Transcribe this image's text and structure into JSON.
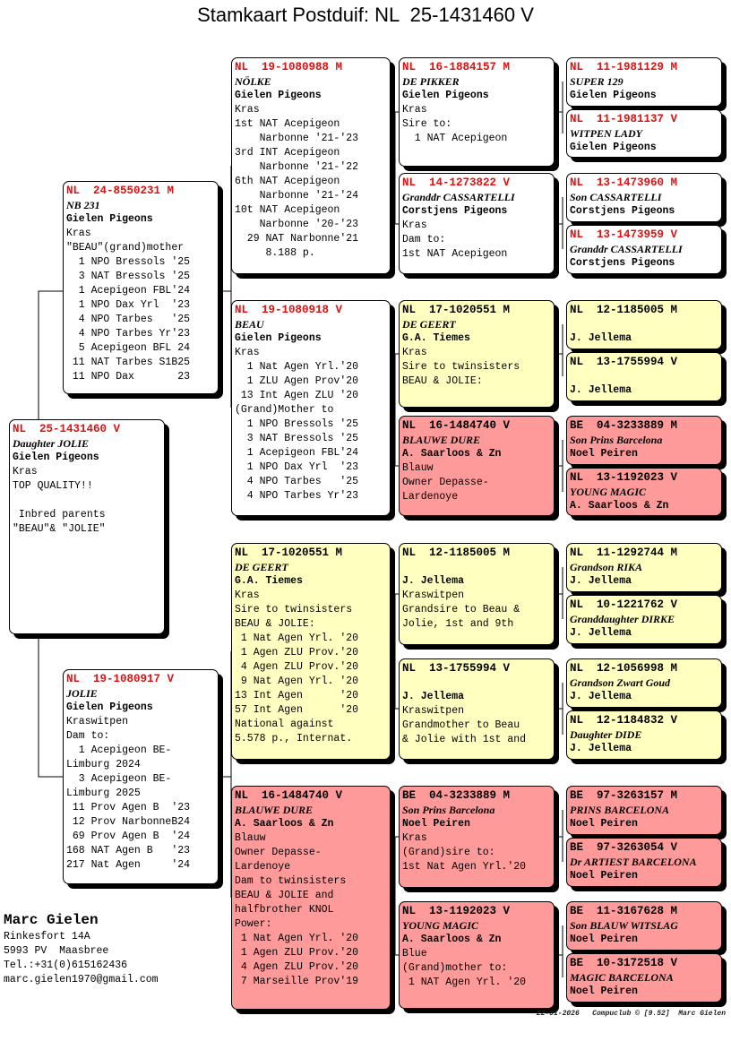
{
  "title": "Stamkaart Postduif: NL  25-1431460 V",
  "colors": {
    "ring_red": "#e01010",
    "yellow": "#ffffc0",
    "pink": "#ff9a9a"
  },
  "birds": [
    {
      "ring": "NL  25-1431460 V",
      "color": "white",
      "lines": [
        [
          "name",
          "Daughter JOLIE"
        ],
        [
          "owner",
          "Gielen Pigeons"
        ],
        [
          "t",
          "Kras"
        ],
        [
          "t",
          "TOP QUALITY!!"
        ],
        [
          "t",
          ""
        ],
        [
          "t",
          " Inbred parents"
        ],
        [
          "t",
          "\"BEAU\"& \"JOLIE\""
        ]
      ]
    },
    {
      "ring": "NL  24-8550231 M",
      "color": "white",
      "lines": [
        [
          "name",
          "NB 231"
        ],
        [
          "owner",
          "Gielen Pigeons"
        ],
        [
          "t",
          "Kras"
        ],
        [
          "t",
          "\"BEAU\"(grand)mother"
        ],
        [
          "t",
          "  1 NPO Bressols '25"
        ],
        [
          "t",
          "  3 NAT Bressols '25"
        ],
        [
          "t",
          "  1 Acepigeon FBL'24"
        ],
        [
          "t",
          "  1 NPO Dax Yrl  '23"
        ],
        [
          "t",
          "  4 NPO Tarbes   '25"
        ],
        [
          "t",
          "  4 NPO Tarbes Yr'23"
        ],
        [
          "t",
          "  5 Acepigeon BFL 24"
        ],
        [
          "t",
          " 11 NAT Tarbes S1B25"
        ],
        [
          "t",
          " 11 NPO Dax       23"
        ]
      ]
    },
    {
      "ring": "NL  19-1080917 V",
      "color": "white",
      "lines": [
        [
          "name",
          "JOLIE"
        ],
        [
          "owner",
          "Gielen Pigeons"
        ],
        [
          "t",
          "Kraswitpen"
        ],
        [
          "t",
          "Dam to:"
        ],
        [
          "t",
          "  1 Acepigeon BE-"
        ],
        [
          "t",
          "Limburg 2024"
        ],
        [
          "t",
          "  3 Acepigeon BE-"
        ],
        [
          "t",
          "Limburg 2025"
        ],
        [
          "t",
          " 11 Prov Agen B  '23"
        ],
        [
          "t",
          " 12 Prov NarbonneB24"
        ],
        [
          "t",
          " 69 Prov Agen B  '24"
        ],
        [
          "t",
          "168 NAT Agen B   '23"
        ],
        [
          "t",
          "217 Nat Agen     '24"
        ]
      ]
    },
    {
      "ring": "NL  19-1080988 M",
      "color": "white",
      "lines": [
        [
          "name",
          "NÖLKE"
        ],
        [
          "owner",
          "Gielen Pigeons"
        ],
        [
          "t",
          "Kras"
        ],
        [
          "t",
          "1st NAT Acepigeon"
        ],
        [
          "t",
          "    Narbonne '21-'23"
        ],
        [
          "t",
          "3rd INT Acepigeon"
        ],
        [
          "t",
          "    Narbonne '21-'22"
        ],
        [
          "t",
          "6th NAT Acepigeon"
        ],
        [
          "t",
          "    Narbonne '21-'24"
        ],
        [
          "t",
          "10t NAT Acepigeon"
        ],
        [
          "t",
          "    Narbonne '20-'23"
        ],
        [
          "t",
          "  29 NAT Narbonne'21"
        ],
        [
          "t",
          "     8.188 p."
        ]
      ]
    },
    {
      "ring": "NL  19-1080918 V",
      "color": "white",
      "lines": [
        [
          "name",
          "BEAU"
        ],
        [
          "owner",
          "Gielen Pigeons"
        ],
        [
          "t",
          "Kras"
        ],
        [
          "t",
          "  1 Nat Agen Yrl.'20"
        ],
        [
          "t",
          "  1 ZLU Agen Prov'20"
        ],
        [
          "t",
          " 13 Int Agen ZLU '20"
        ],
        [
          "t",
          "(Grand)Mother to"
        ],
        [
          "t",
          "  1 NPO Bressols '25"
        ],
        [
          "t",
          "  3 NAT Bressols '25"
        ],
        [
          "t",
          "  1 Acepigeon FBL'24"
        ],
        [
          "t",
          "  1 NPO Dax Yrl  '23"
        ],
        [
          "t",
          "  4 NPO Tarbes   '25"
        ],
        [
          "t",
          "  4 NPO Tarbes Yr'23"
        ]
      ]
    },
    {
      "ring": "NL  17-1020551 M",
      "color": "yellow",
      "lines": [
        [
          "name",
          "DE GEERT"
        ],
        [
          "owner",
          "G.A. Tiemes"
        ],
        [
          "t",
          "Kras"
        ],
        [
          "t",
          "Sire to twinsisters"
        ],
        [
          "t",
          "BEAU & JOLIE:"
        ],
        [
          "t",
          " 1 Nat Agen Yrl. '20"
        ],
        [
          "t",
          " 1 Agen ZLU Prov.'20"
        ],
        [
          "t",
          " 4 Agen ZLU Prov.'20"
        ],
        [
          "t",
          " 9 Nat Agen Yrl. '20"
        ],
        [
          "t",
          "13 Int Agen      '20"
        ],
        [
          "t",
          "57 Int Agen      '20"
        ],
        [
          "t",
          "National against"
        ],
        [
          "t",
          "5.578 p., Internat."
        ]
      ]
    },
    {
      "ring": "NL  16-1484740 V",
      "color": "pink",
      "lines": [
        [
          "name",
          "BLAUWE DURE"
        ],
        [
          "owner",
          "A. Saarloos & Zn"
        ],
        [
          "t",
          "Blauw"
        ],
        [
          "t",
          "Owner Depasse-"
        ],
        [
          "t",
          "Lardenoye"
        ],
        [
          "t",
          "Dam to twinsisters"
        ],
        [
          "t",
          "BEAU & JOLIE and"
        ],
        [
          "t",
          "halfbrother KNOL"
        ],
        [
          "t",
          "Power:"
        ],
        [
          "t",
          " 1 Nat Agen Yrl. '20"
        ],
        [
          "t",
          " 1 Agen ZLU Prov.'20"
        ],
        [
          "t",
          " 4 Agen ZLU Prov.'20"
        ],
        [
          "t",
          " 7 Marseille Prov'19"
        ]
      ]
    },
    {
      "ring": "NL  16-1884157 M",
      "color": "white",
      "lines": [
        [
          "name",
          "DE PIKKER"
        ],
        [
          "owner",
          "Gielen Pigeons"
        ],
        [
          "t",
          "Kras"
        ],
        [
          "t",
          "Sire to:"
        ],
        [
          "t",
          "  1 NAT Acepigeon"
        ]
      ]
    },
    {
      "ring": "NL  14-1273822 V",
      "color": "white",
      "lines": [
        [
          "name",
          "Granddr CASSARTELLI"
        ],
        [
          "owner",
          "Corstjens Pigeons"
        ],
        [
          "t",
          "Kras"
        ],
        [
          "t",
          "Dam to:"
        ],
        [
          "t",
          "1st NAT Acepigeon"
        ]
      ]
    },
    {
      "ring": "NL  17-1020551 M",
      "color": "yellow",
      "lines": [
        [
          "name",
          "DE GEERT"
        ],
        [
          "owner",
          "G.A. Tiemes"
        ],
        [
          "t",
          "Kras"
        ],
        [
          "t",
          "Sire to twinsisters"
        ],
        [
          "t",
          "BEAU & JOLIE:"
        ]
      ]
    },
    {
      "ring": "NL  16-1484740 V",
      "color": "pink",
      "lines": [
        [
          "name",
          "BLAUWE DURE"
        ],
        [
          "owner",
          "A. Saarloos & Zn"
        ],
        [
          "t",
          "Blauw"
        ],
        [
          "t",
          "Owner Depasse-"
        ],
        [
          "t",
          "Lardenoye"
        ]
      ]
    },
    {
      "ring": "NL  12-1185005 M",
      "color": "yellow",
      "lines": [
        [
          "name",
          ""
        ],
        [
          "owner",
          "J. Jellema"
        ],
        [
          "t",
          "Kraswitpen"
        ],
        [
          "t",
          "Grandsire to Beau &"
        ],
        [
          "t",
          "Jolie, 1st and 9th"
        ]
      ]
    },
    {
      "ring": "NL  13-1755994 V",
      "color": "yellow",
      "lines": [
        [
          "name",
          ""
        ],
        [
          "owner",
          "J. Jellema"
        ],
        [
          "t",
          "Kraswitpen"
        ],
        [
          "t",
          "Grandmother to Beau"
        ],
        [
          "t",
          "& Jolie with 1st and"
        ]
      ]
    },
    {
      "ring": "BE  04-3233889 M",
      "color": "pink",
      "lines": [
        [
          "name",
          "Son Prins Barcelona"
        ],
        [
          "owner",
          "Noel Peiren"
        ],
        [
          "t",
          "Kras"
        ],
        [
          "t",
          "(Grand)sire to:"
        ],
        [
          "t",
          "1st Nat Agen Yrl.'20"
        ]
      ]
    },
    {
      "ring": "NL  13-1192023 V",
      "color": "pink",
      "lines": [
        [
          "name",
          "YOUNG MAGIC"
        ],
        [
          "owner",
          "A. Saarloos & Zn"
        ],
        [
          "t",
          "Blue"
        ],
        [
          "t",
          "(Grand)mother to:"
        ],
        [
          "t",
          " 1 NAT Agen Yrl. '20"
        ]
      ]
    },
    {
      "ring": "NL  11-1981129 M",
      "color": "white",
      "lines": [
        [
          "name",
          "SUPER 129"
        ],
        [
          "owner",
          "Gielen Pigeons"
        ]
      ]
    },
    {
      "ring": "NL  11-1981137 V",
      "color": "white",
      "lines": [
        [
          "name",
          "WITPEN LADY"
        ],
        [
          "owner",
          "Gielen Pigeons"
        ]
      ]
    },
    {
      "ring": "NL  13-1473960 M",
      "color": "white",
      "lines": [
        [
          "name",
          "Son CASSARTELLI"
        ],
        [
          "owner",
          "Corstjens Pigeons"
        ]
      ]
    },
    {
      "ring": "NL  13-1473959 V",
      "color": "white",
      "lines": [
        [
          "name",
          "Granddr CASSARTELLI"
        ],
        [
          "owner",
          "Corstjens Pigeons"
        ]
      ]
    },
    {
      "ring": "NL  12-1185005 M",
      "color": "yellow",
      "lines": [
        [
          "name",
          ""
        ],
        [
          "owner",
          "J. Jellema"
        ]
      ]
    },
    {
      "ring": "NL  13-1755994 V",
      "color": "yellow",
      "lines": [
        [
          "name",
          ""
        ],
        [
          "owner",
          "J. Jellema"
        ]
      ]
    },
    {
      "ring": "BE  04-3233889 M",
      "color": "pink",
      "lines": [
        [
          "name",
          "Son Prins Barcelona"
        ],
        [
          "owner",
          "Noel Peiren"
        ]
      ]
    },
    {
      "ring": "NL  13-1192023 V",
      "color": "pink",
      "lines": [
        [
          "name",
          "YOUNG MAGIC"
        ],
        [
          "owner",
          "A. Saarloos & Zn"
        ]
      ]
    },
    {
      "ring": "NL  11-1292744 M",
      "color": "yellow",
      "lines": [
        [
          "name",
          "Grandson RIKA"
        ],
        [
          "owner",
          "J. Jellema"
        ]
      ]
    },
    {
      "ring": "NL  10-1221762 V",
      "color": "yellow",
      "lines": [
        [
          "name",
          "Granddaughter DIRKE"
        ],
        [
          "owner",
          "J. Jellema"
        ]
      ]
    },
    {
      "ring": "NL  12-1056998 M",
      "color": "yellow",
      "lines": [
        [
          "name",
          "Grandson Zwart Goud"
        ],
        [
          "owner",
          "J. Jellema"
        ]
      ]
    },
    {
      "ring": "NL  12-1184832 V",
      "color": "yellow",
      "lines": [
        [
          "name",
          "Daughter DIDE"
        ],
        [
          "owner",
          "J. Jellema"
        ]
      ]
    },
    {
      "ring": "BE  97-3263157 M",
      "color": "pink",
      "lines": [
        [
          "name",
          "PRINS BARCELONA"
        ],
        [
          "owner",
          "Noel Peiren"
        ]
      ]
    },
    {
      "ring": "BE  97-3263054 V",
      "color": "pink",
      "lines": [
        [
          "name",
          "Dr ARTIEST BARCELONA"
        ],
        [
          "owner",
          "Noel Peiren"
        ]
      ]
    },
    {
      "ring": "BE  11-3167628 M",
      "color": "pink",
      "lines": [
        [
          "name",
          "Son BLAUW WITSLAG"
        ],
        [
          "owner",
          "Noel Peiren"
        ]
      ]
    },
    {
      "ring": "BE  10-3172518 V",
      "color": "pink",
      "lines": [
        [
          "name",
          "MAGIC BARCELONA"
        ],
        [
          "owner",
          "Noel Peiren"
        ]
      ]
    }
  ],
  "breeder": {
    "name": "Marc Gielen",
    "address": "Rinkesfort 14A",
    "city": "5993 PV  Maasbree",
    "phone": "Tel.:+31(0)615162436",
    "email": "marc.gielen1970@gmail.com"
  },
  "footer": "22-01-2026   Compuclub © [9.52]  Marc Gielen"
}
